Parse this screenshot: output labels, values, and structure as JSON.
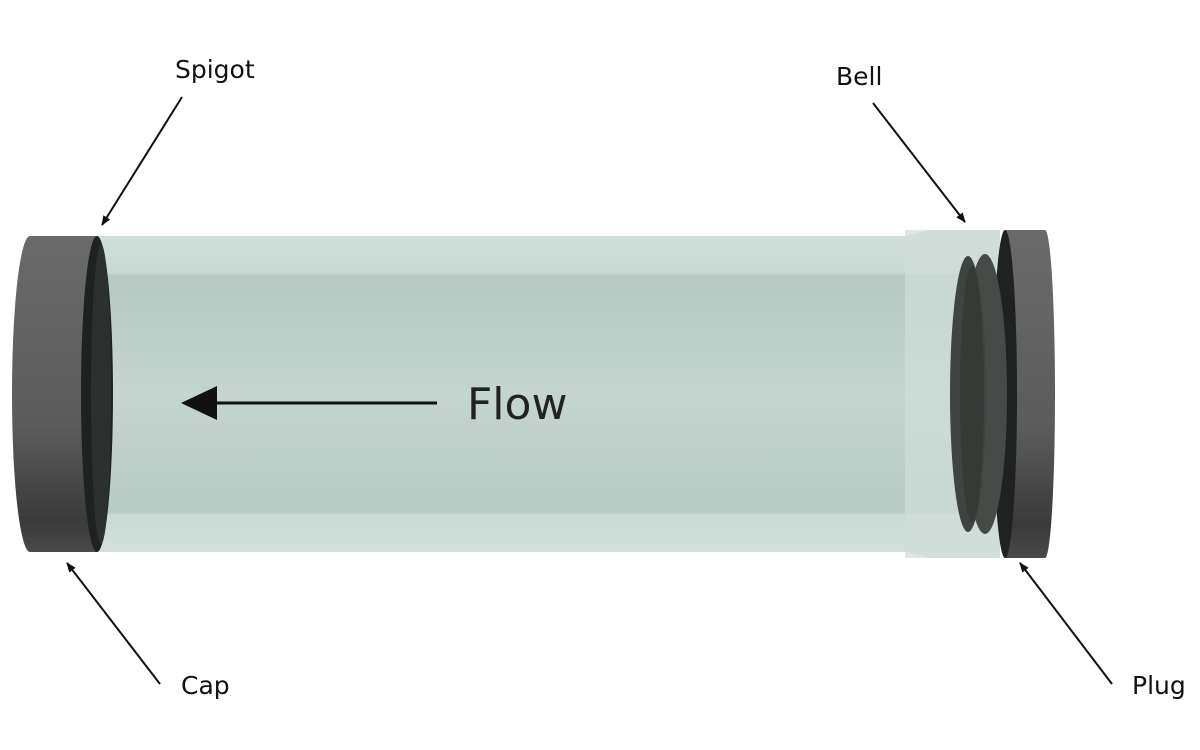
{
  "labels": {
    "spigot": "Spigot",
    "bell": "Bell",
    "cap": "Cap",
    "plug": "Plug",
    "flow": "Flow"
  },
  "colors": {
    "pipe": "#cbdbd5",
    "pipe_inner": "#b9ccc6",
    "cap": "#5a5a5a",
    "cap_dark": "#1e2220",
    "arrow": "#111111"
  }
}
